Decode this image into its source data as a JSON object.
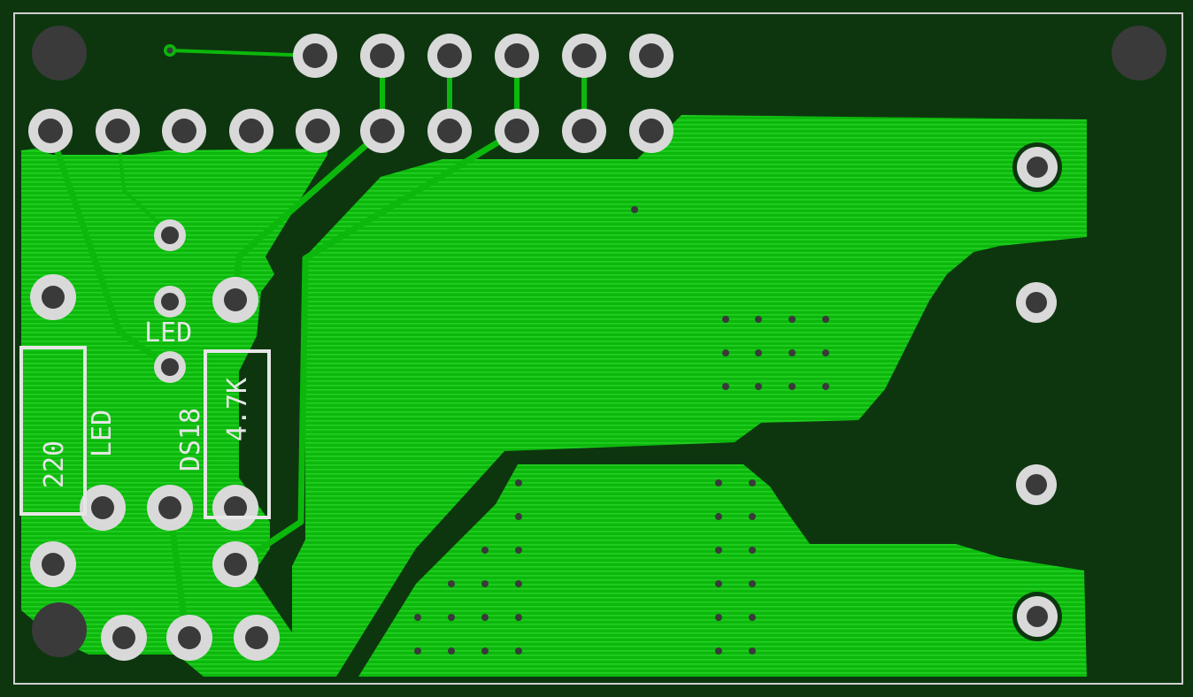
{
  "board": {
    "colors": {
      "substrate": "#0d360f",
      "copper": "#0bb80b",
      "copper_hatch": "#24d424",
      "pad": "#d9d9d9",
      "drill": "#3a3a3a",
      "silkscreen": "#e6e6e6"
    },
    "labels": {
      "led_top": "LED",
      "led_side": "LED",
      "resistor_220": "220",
      "sensor_ds18": "DS18",
      "resistor_4k7": "4.7K"
    }
  }
}
